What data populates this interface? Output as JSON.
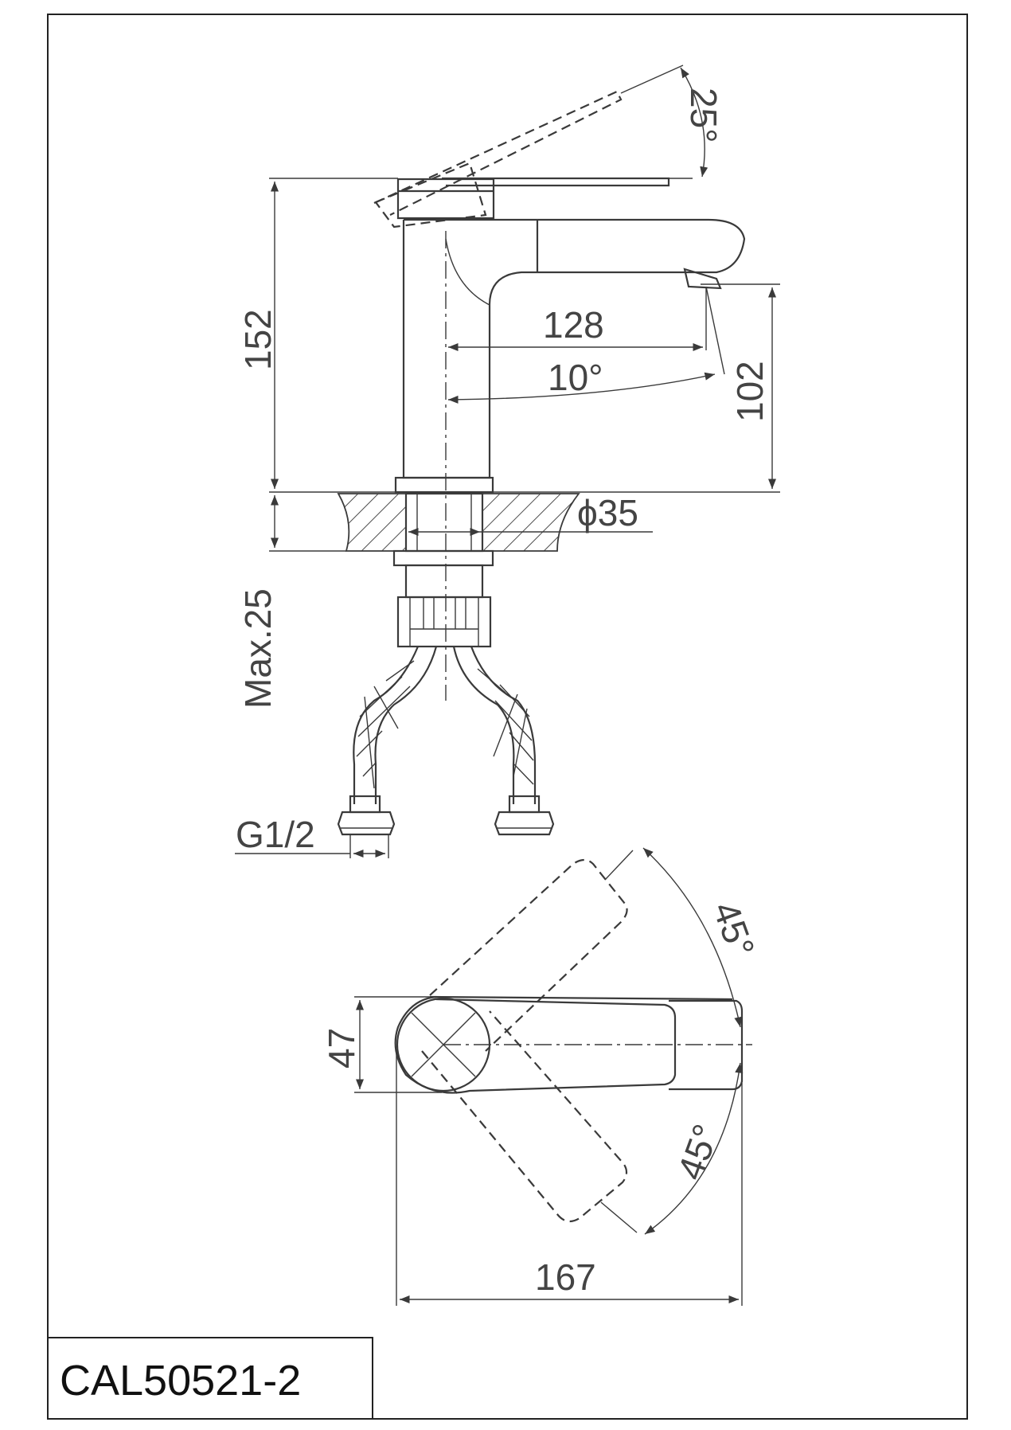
{
  "drawing": {
    "model_code": "CAL50521-2",
    "dimensions": {
      "lever_angle": "25°",
      "total_height": "152",
      "spout_reach": "128",
      "spout_angle": "10°",
      "spout_height": "102",
      "hole_diameter": "ϕ35",
      "max_deck": "Max.25",
      "thread": "G1/2",
      "body_width": "47",
      "rotation_up": "45°",
      "rotation_down": "45°",
      "total_length": "167"
    }
  }
}
